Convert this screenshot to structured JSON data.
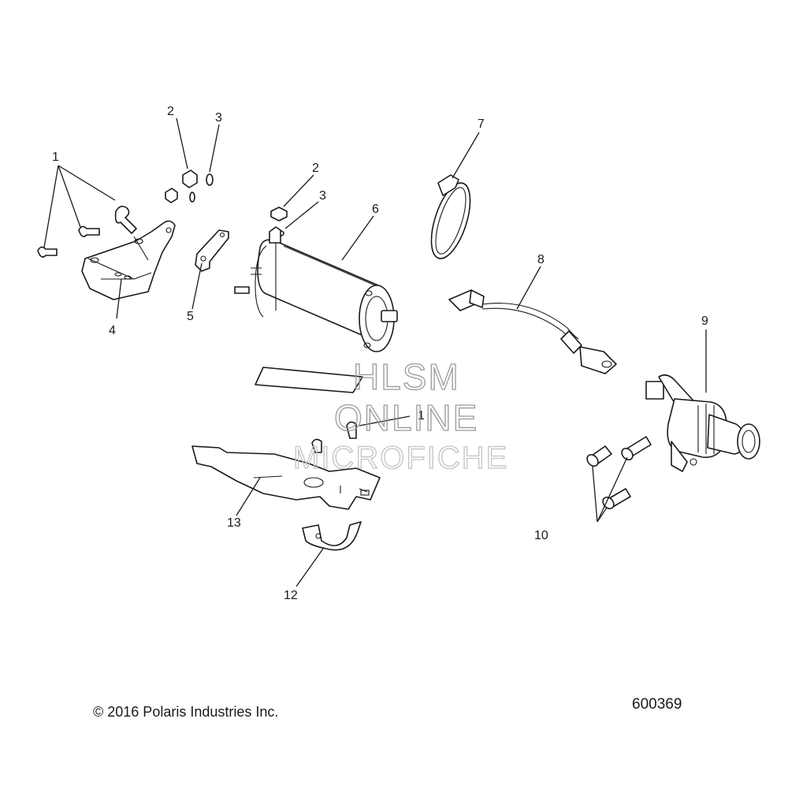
{
  "watermark": {
    "line1": "HLSM",
    "line2": "ONLINE",
    "line3": "MICROFICHE"
  },
  "callouts": {
    "c1a": "1",
    "c1b": "1",
    "c2a": "2",
    "c2b": "2",
    "c3a": "3",
    "c3b": "3",
    "c4": "4",
    "c5": "5",
    "c6": "6",
    "c7": "7",
    "c8": "8",
    "c9": "9",
    "c10": "10",
    "c12": "12",
    "c13": "13"
  },
  "footer": {
    "copyright": "© 2016 Polaris Industries Inc.",
    "figure_id": "600369"
  },
  "colors": {
    "line": "#1a1a1a",
    "watermark": "#9a9a9a",
    "background": "#ffffff"
  }
}
